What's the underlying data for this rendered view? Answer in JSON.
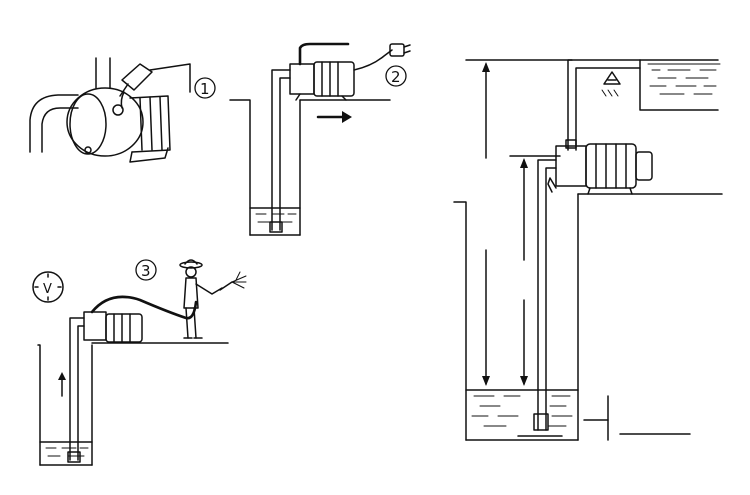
{
  "steps": [
    {
      "number": "1"
    },
    {
      "number": "2"
    },
    {
      "number": "3"
    }
  ],
  "clock_mark": "V",
  "colors": {
    "line": "#111111",
    "background": "#ffffff"
  },
  "icons": [
    "pump-priming-icon",
    "plug-icon",
    "arrow-right-icon",
    "clock-icon",
    "person-with-hose-icon",
    "warning-triangle-icon",
    "water-tank-icon",
    "water-well-icon"
  ]
}
